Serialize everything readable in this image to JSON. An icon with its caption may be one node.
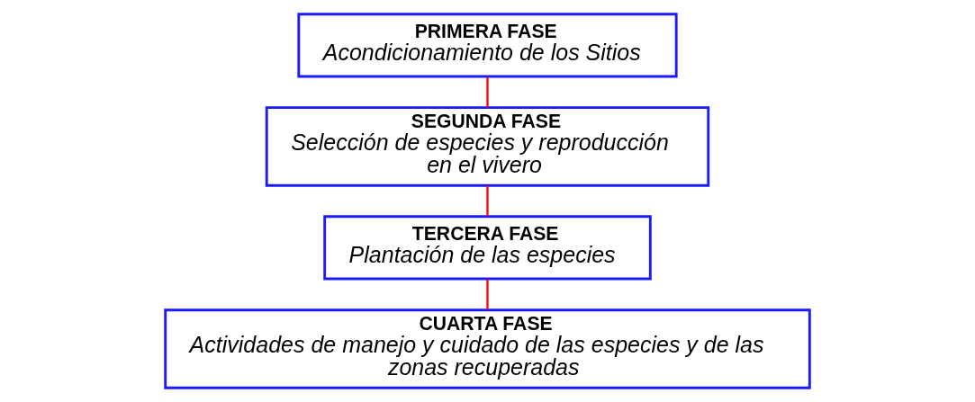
{
  "diagram": {
    "nodes": [
      {
        "text": [
          "PRIMERA FASE",
          "Acondicionamiento de los Sitios"
        ]
      },
      {
        "text": [
          "SEGUNDA FASE",
          "Selección de especies y reproducción en el vivero"
        ]
      },
      {
        "text": [
          "TERCERA FASE",
          "Plantación de las especies"
        ]
      },
      {
        "text": [
          "CUARTA FASE",
          "Actividades de manejo y cuidado de las especies y de las zonas recuperadas"
        ]
      }
    ],
    "edges": [
      {
        "from": 0,
        "to": 1,
        "arrow": "none"
      },
      {
        "from": 1,
        "to": 2,
        "arrow": "none"
      },
      {
        "from": 2,
        "to": 3,
        "arrow": "none"
      }
    ]
  }
}
